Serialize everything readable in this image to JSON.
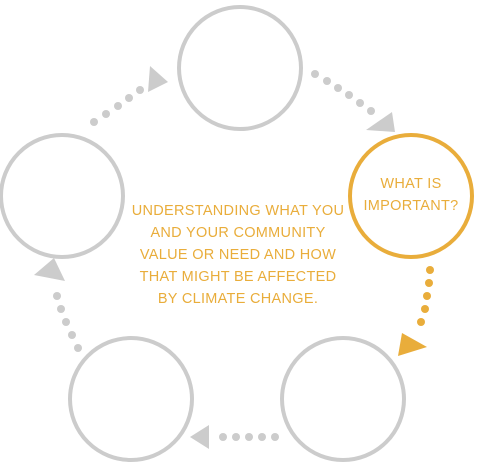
{
  "diagram": {
    "center_text_lines": [
      "UNDERSTANDING WHAT YOU",
      "AND YOUR COMMUNITY",
      "VALUE OR NEED AND HOW",
      "THAT MIGHT BE AFFECTED",
      "BY CLIMATE CHANGE."
    ],
    "active_node_label_lines": [
      "WHAT IS",
      "IMPORTANT?"
    ],
    "colors": {
      "inactive": "#cccccc",
      "active": "#e9ad3b",
      "background": "#ffffff"
    }
  }
}
